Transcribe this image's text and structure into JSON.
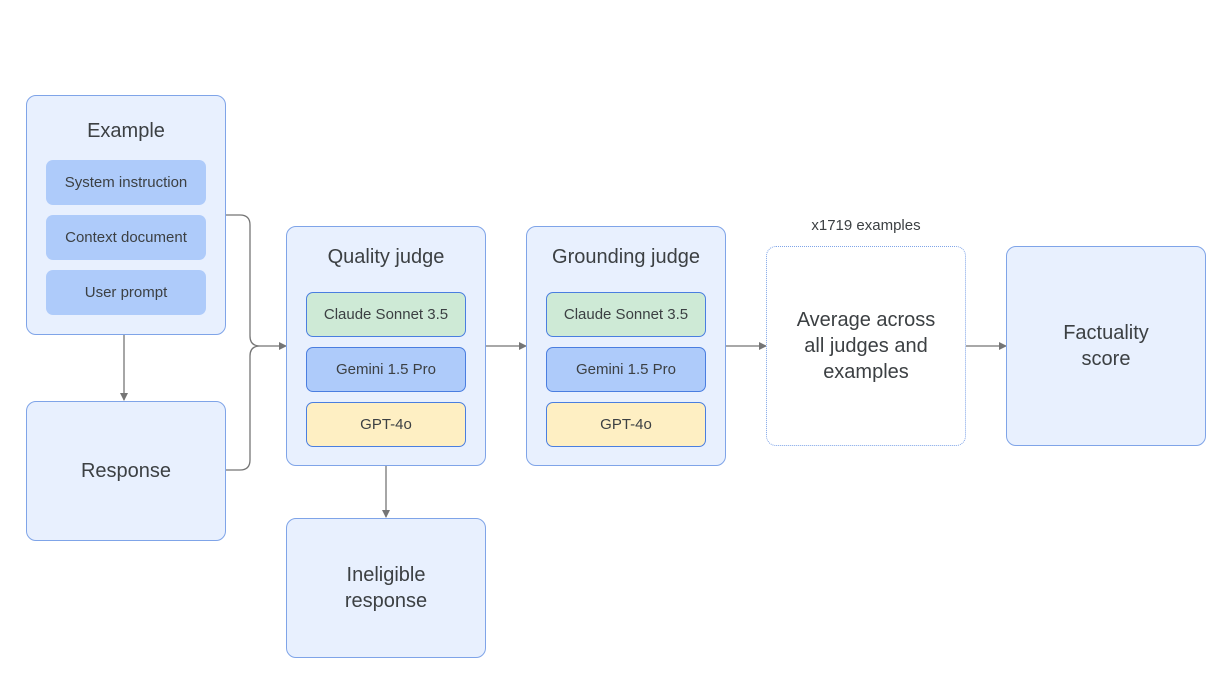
{
  "example": {
    "title": "Example",
    "items": [
      "System instruction",
      "Context document",
      "User prompt"
    ]
  },
  "response": {
    "label": "Response"
  },
  "quality_judge": {
    "title": "Quality judge",
    "models": [
      "Claude Sonnet 3.5",
      "Gemini 1.5 Pro",
      "GPT-4o"
    ]
  },
  "grounding_judge": {
    "title": "Grounding judge",
    "models": [
      "Claude Sonnet 3.5",
      "Gemini 1.5 Pro",
      "GPT-4o"
    ]
  },
  "ineligible": {
    "label": "Ineligible\nresponse"
  },
  "average": {
    "caption": "x1719 examples",
    "label": "Average across\nall judges and\nexamples"
  },
  "factuality": {
    "label": "Factuality\nscore"
  },
  "colors": {
    "box_fill": "#e8f0fe",
    "box_border": "#7fa4e8",
    "pill_blue": "#aecbfa",
    "model_green": "#ceead6",
    "model_yellow": "#feefc3",
    "arrow": "#757575"
  }
}
